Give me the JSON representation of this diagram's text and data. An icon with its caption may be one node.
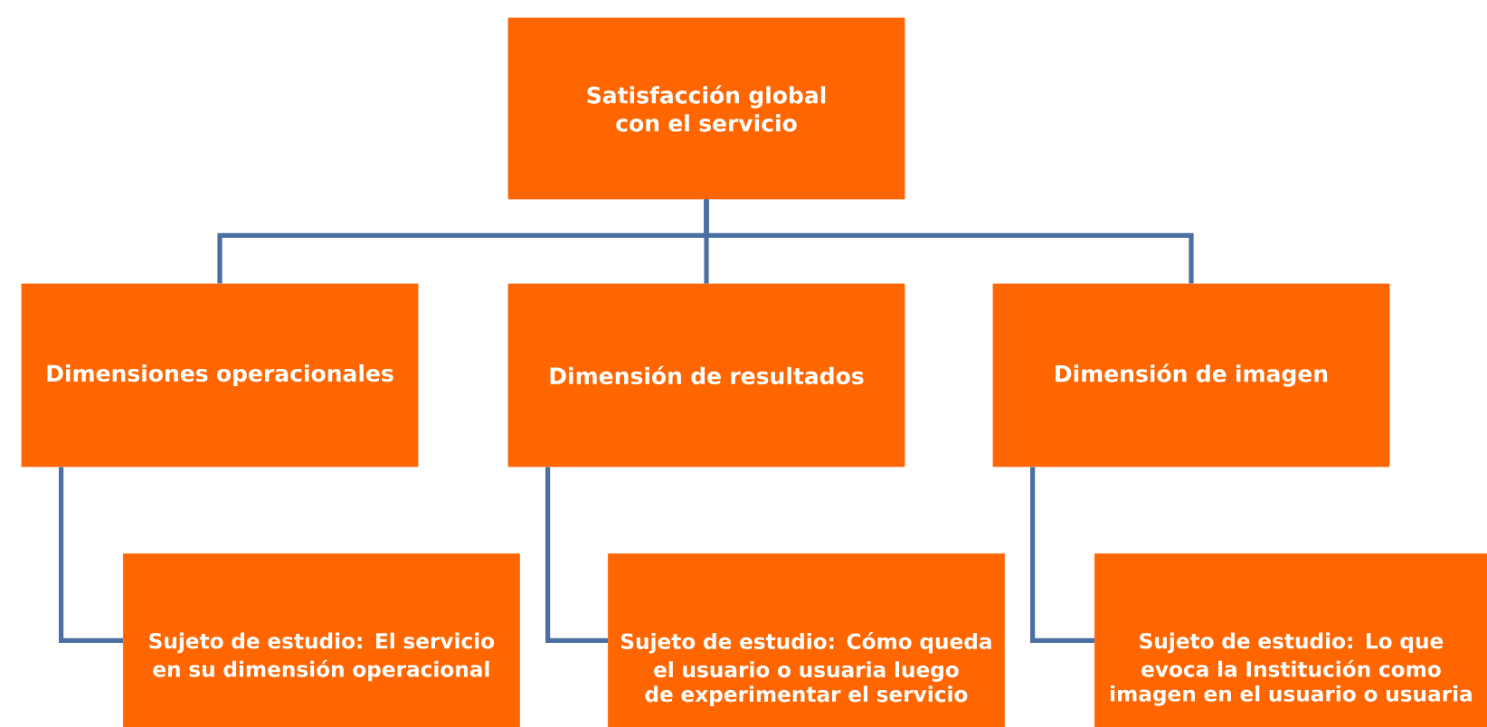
{
  "diagram": {
    "nodes": [
      {
        "text": [
          "Satisfacción global con el servicio"
        ]
      },
      {
        "text": [
          "Dimensiones operacionales"
        ]
      },
      {
        "text": [
          "Dimensión de resultados"
        ]
      },
      {
        "text": [
          "Dimensión de imagen"
        ]
      },
      {
        "text": [
          "Sujeto de estudio: El servicio en su dimensión operacional"
        ]
      },
      {
        "text": [
          "Sujeto de estudio: Cómo queda el usuario o usuaria luego de experimentar el servicio"
        ]
      },
      {
        "text": [
          "Sujeto de estudio: Lo que evoca la Institución como imagen en el usuario o usuaria"
        ]
      }
    ],
    "edges": [
      {
        "from": 0,
        "to": 1,
        "arrow": "none"
      },
      {
        "from": 0,
        "to": 2,
        "arrow": "none"
      },
      {
        "from": 0,
        "to": 3,
        "arrow": "none"
      },
      {
        "from": 1,
        "to": 4,
        "arrow": "none"
      },
      {
        "from": 2,
        "to": 5,
        "arrow": "none"
      },
      {
        "from": 3,
        "to": 6,
        "arrow": "none"
      }
    ]
  }
}
